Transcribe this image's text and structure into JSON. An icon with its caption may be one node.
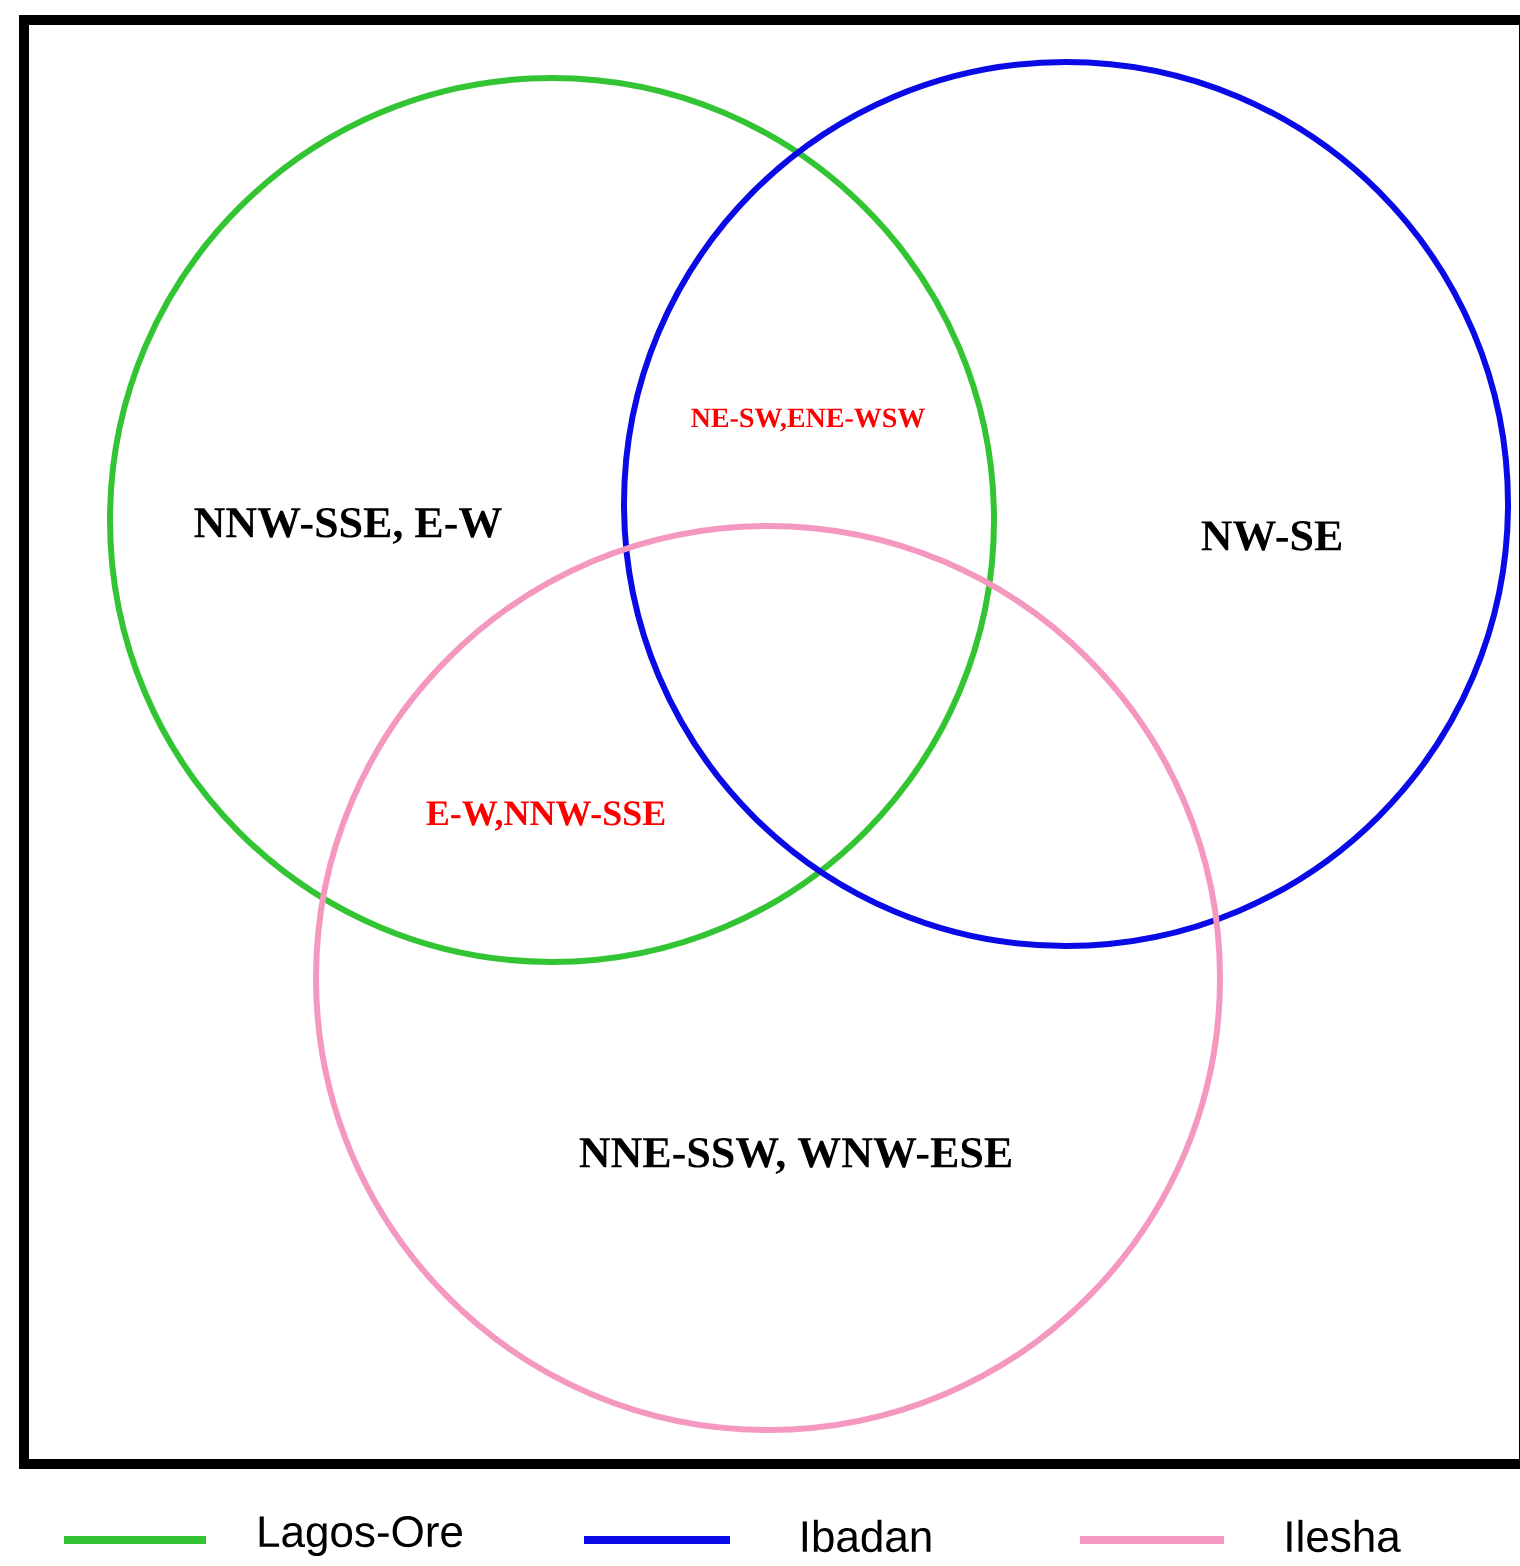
{
  "diagram": {
    "nodes": [
      {
        "text": [],
        "shape": "circle"
      },
      {
        "text": [],
        "shape": "circle"
      },
      {
        "text": [],
        "shape": "circle"
      }
    ],
    "labels": [
      "NNW-SSE, E-W",
      "NE-SW,ENE-WSW",
      "NW-SE",
      "E-W,NNW-SSE",
      "NNE-SSW, WNW-ESE"
    ],
    "legend": [
      {
        "text": "Lagos-Ore"
      },
      {
        "text": "Ibadan"
      },
      {
        "text": "Ilesha"
      }
    ]
  }
}
